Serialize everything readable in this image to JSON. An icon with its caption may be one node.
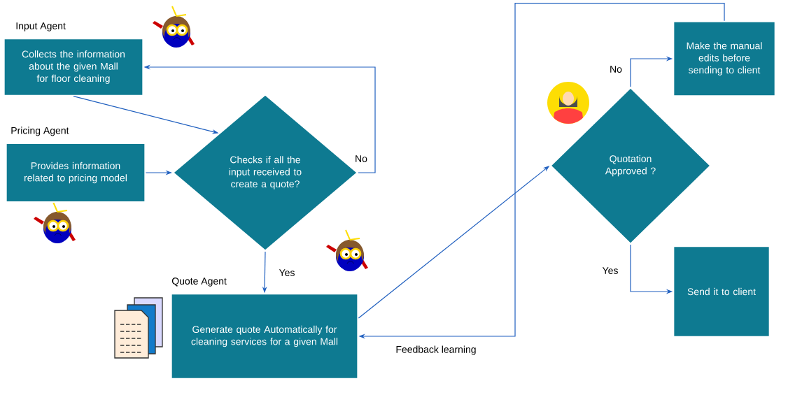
{
  "diagram": {
    "nodes": [
      {
        "text": [
          "Input Agent",
          "Collects the information about the given Mall for floor cleaning"
        ]
      },
      {
        "text": [
          "Pricing Agent",
          "Provides information related to pricing model"
        ]
      },
      {
        "text": [
          "Checks if all the input received to create a quote?"
        ]
      },
      {
        "text": [
          "Quote Agent",
          "Generate quote Automatically for cleaning services for a given Mall"
        ]
      },
      {
        "text": [
          "Quotation Approved ?"
        ]
      },
      {
        "text": [
          "Make the manual edits before sending to client"
        ]
      },
      {
        "text": [
          "Send it to client"
        ]
      }
    ],
    "edges": [
      {
        "from": 0,
        "to": 2,
        "arrow": "to"
      },
      {
        "from": 1,
        "to": 2,
        "arrow": "to"
      },
      {
        "from": 2,
        "to": 0,
        "arrow": "to",
        "label": "No"
      },
      {
        "from": 2,
        "to": 3,
        "arrow": "to",
        "label": "Yes"
      },
      {
        "from": 3,
        "to": 4,
        "arrow": "to"
      },
      {
        "from": 5,
        "to": 3,
        "arrow": "to",
        "label": "Feedback learning"
      },
      {
        "from": 4,
        "to": 5,
        "arrow": "to",
        "label": "No"
      },
      {
        "from": 4,
        "to": 6,
        "arrow": "to",
        "label": "Yes"
      }
    ]
  }
}
